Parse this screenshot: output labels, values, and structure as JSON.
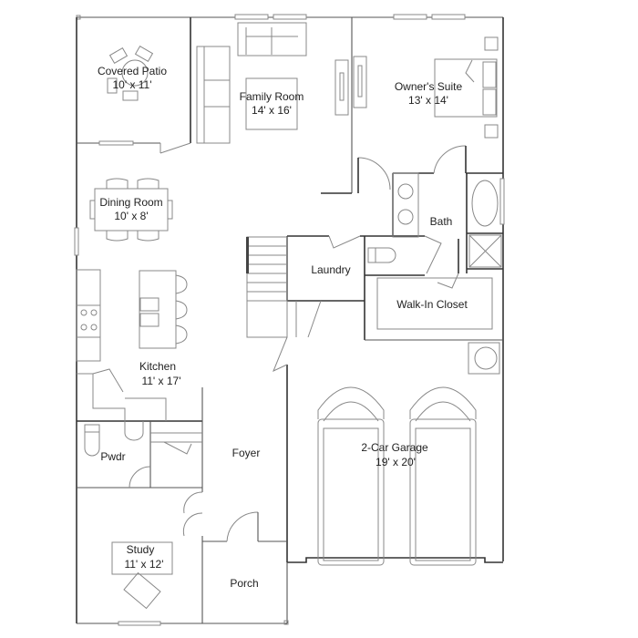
{
  "floorplan": {
    "rooms": [
      {
        "id": "covered-patio",
        "name": "Covered Patio",
        "size": "10' x 11'"
      },
      {
        "id": "family-room",
        "name": "Family Room",
        "size": "14' x 16'"
      },
      {
        "id": "owners-suite",
        "name": "Owner's Suite",
        "size": "13' x 14'"
      },
      {
        "id": "dining-room",
        "name": "Dining Room",
        "size": "10' x 8'"
      },
      {
        "id": "bath",
        "name": "Bath",
        "size": ""
      },
      {
        "id": "laundry",
        "name": "Laundry",
        "size": ""
      },
      {
        "id": "walk-in-closet",
        "name": "Walk-In Closet",
        "size": ""
      },
      {
        "id": "kitchen",
        "name": "Kitchen",
        "size": "11' x 17'"
      },
      {
        "id": "pwdr",
        "name": "Pwdr",
        "size": ""
      },
      {
        "id": "foyer",
        "name": "Foyer",
        "size": ""
      },
      {
        "id": "garage",
        "name": "2-Car Garage",
        "size": "19' x 20'"
      },
      {
        "id": "study",
        "name": "Study",
        "size": "11' x 12'"
      },
      {
        "id": "porch",
        "name": "Porch",
        "size": ""
      }
    ]
  }
}
